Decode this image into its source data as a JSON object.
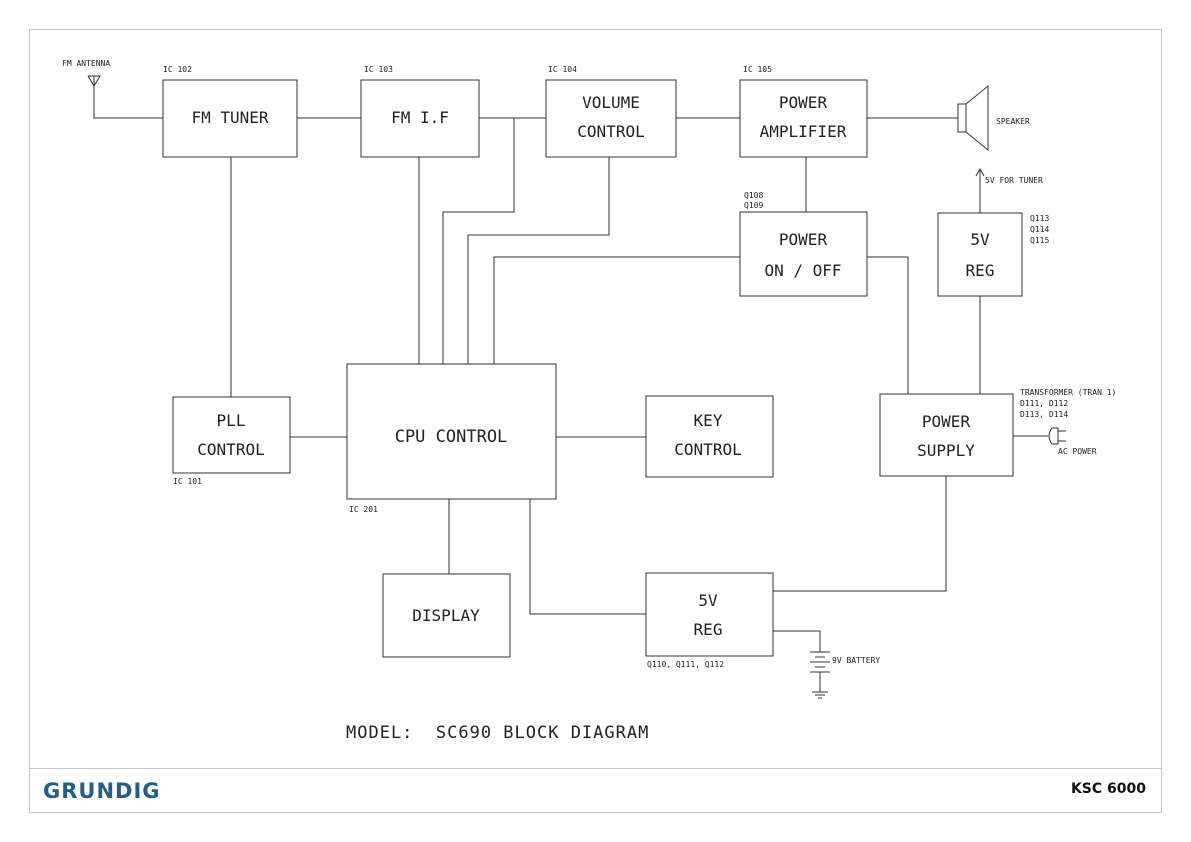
{
  "brand": "GRUNDIG",
  "model_code": "KSC 6000",
  "title": "MODEL:  SC690 BLOCK DIAGRAM",
  "labels": {
    "fm_antenna": "FM ANTENNA",
    "speaker": "SPEAKER",
    "five_v_for_tuner": "5V FOR TUNER",
    "ac_power": "AC POWER",
    "battery": "9V BATTERY",
    "transformer_line1": "TRANSFORMER (TRAN 1)",
    "transformer_line2": "D111, D112",
    "transformer_line3": "D113, D114",
    "reg_top_q1": "Q113",
    "reg_top_q2": "Q114",
    "reg_top_q3": "Q115",
    "power_onoff_q1": "Q108",
    "power_onoff_q2": "Q109",
    "reg_bottom_q": "Q110, Q111, Q112"
  },
  "blocks": {
    "fm_tuner": {
      "line1": "FM TUNER",
      "ref": "IC 102"
    },
    "fm_if": {
      "line1": "FM I.F",
      "ref": "IC 103"
    },
    "volume_control": {
      "line1": "VOLUME",
      "line2": "CONTROL",
      "ref": "IC 104"
    },
    "power_amplifier": {
      "line1": "POWER",
      "line2": "AMPLIFIER",
      "ref": "IC 105"
    },
    "power_onoff": {
      "line1": "POWER",
      "line2": "ON / OFF"
    },
    "reg_top": {
      "line1": "5V",
      "line2": "REG"
    },
    "pll_control": {
      "line1": "PLL",
      "line2": "CONTROL",
      "ref": "IC 101"
    },
    "cpu_control": {
      "line1": "CPU CONTROL",
      "ref": "IC 201"
    },
    "key_control": {
      "line1": "KEY",
      "line2": "CONTROL"
    },
    "power_supply": {
      "line1": "POWER",
      "line2": "SUPPLY"
    },
    "display": {
      "line1": "DISPLAY"
    },
    "reg_bottom": {
      "line1": "5V",
      "line2": "REG"
    }
  }
}
